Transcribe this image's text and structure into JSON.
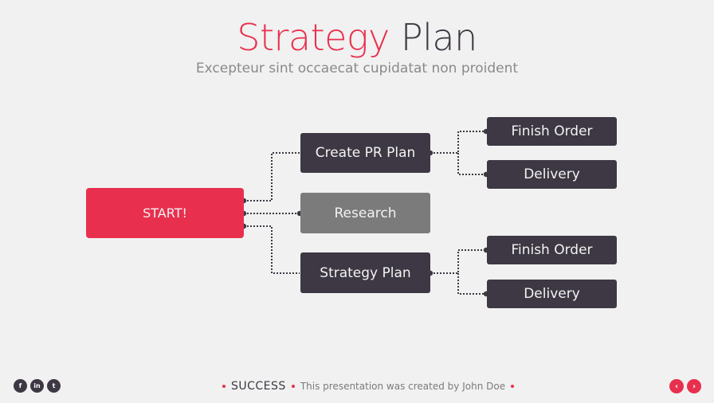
{
  "header": {
    "title_accent": "Strategy",
    "title_rest": "Plan",
    "subtitle": "Excepteur sint occaecat cupidatat non proident"
  },
  "diagram": {
    "start": "START!",
    "branches": [
      {
        "label": "Create PR Plan",
        "children": [
          "Finish Order",
          "Delivery"
        ]
      },
      {
        "label": "Research",
        "children": []
      },
      {
        "label": "Strategy Plan",
        "children": [
          "Finish Order",
          "Delivery"
        ]
      }
    ]
  },
  "footer": {
    "brand": "SUCCESS",
    "credit": "This presentation was created by John Doe",
    "social": [
      {
        "icon": "facebook-icon",
        "glyph": "f"
      },
      {
        "icon": "linkedin-icon",
        "glyph": "in"
      },
      {
        "icon": "twitter-icon",
        "glyph": "t"
      }
    ],
    "prev_glyph": "‹",
    "next_glyph": "›"
  },
  "colors": {
    "accent": "#e8304e",
    "dark": "#3d3843",
    "grey": "#7b7b7b",
    "background": "#f1f1f1"
  }
}
